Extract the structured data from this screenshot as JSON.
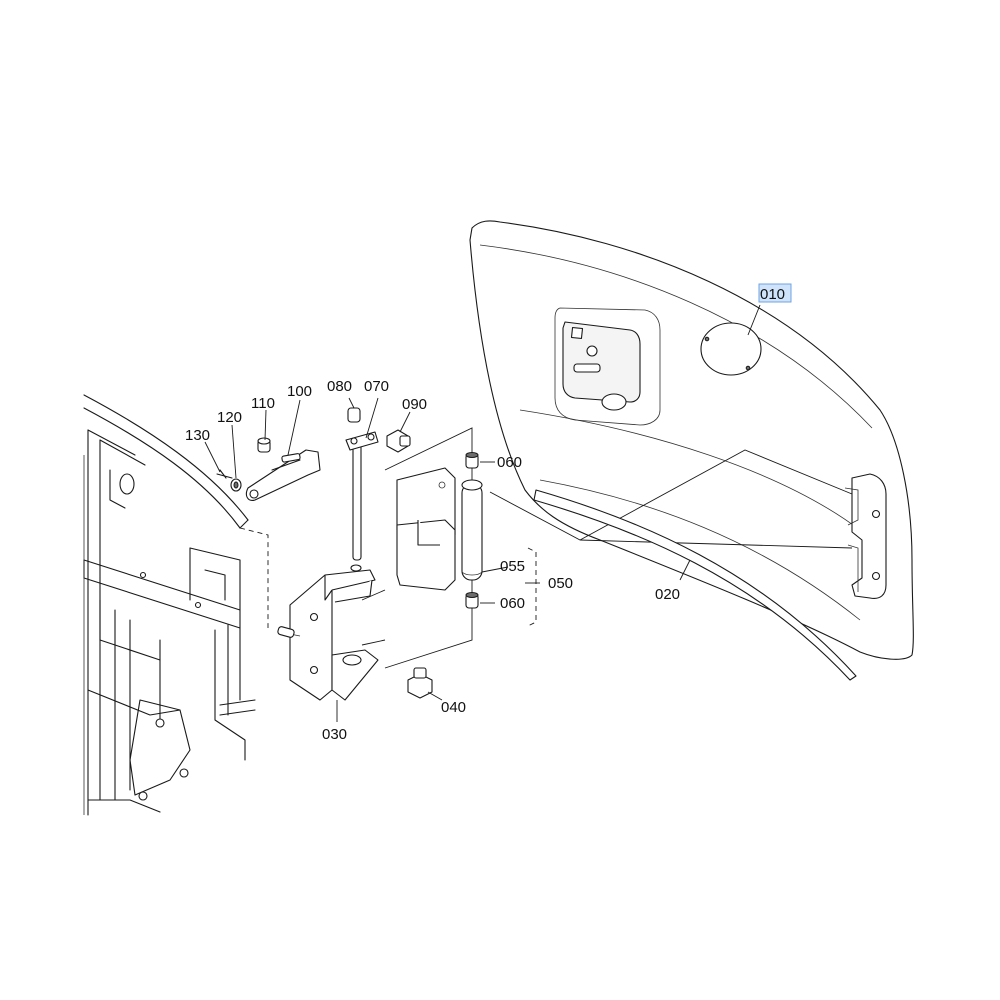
{
  "diagram": {
    "callouts": [
      {
        "id": "010",
        "label": "010",
        "highlighted": true
      },
      {
        "id": "020",
        "label": "020"
      },
      {
        "id": "030",
        "label": "030"
      },
      {
        "id": "040",
        "label": "040"
      },
      {
        "id": "050",
        "label": "050"
      },
      {
        "id": "055",
        "label": "055"
      },
      {
        "id": "060a",
        "label": "060"
      },
      {
        "id": "060b",
        "label": "060"
      },
      {
        "id": "070",
        "label": "070"
      },
      {
        "id": "080",
        "label": "080"
      },
      {
        "id": "090",
        "label": "090"
      },
      {
        "id": "100",
        "label": "100"
      },
      {
        "id": "110",
        "label": "110"
      },
      {
        "id": "120",
        "label": "120"
      },
      {
        "id": "130",
        "label": "130"
      }
    ],
    "colors": {
      "line": "#1a1a1a",
      "highlight": "#cfe3fb",
      "highlight_border": "#6fa3e0",
      "background": "#ffffff"
    }
  }
}
